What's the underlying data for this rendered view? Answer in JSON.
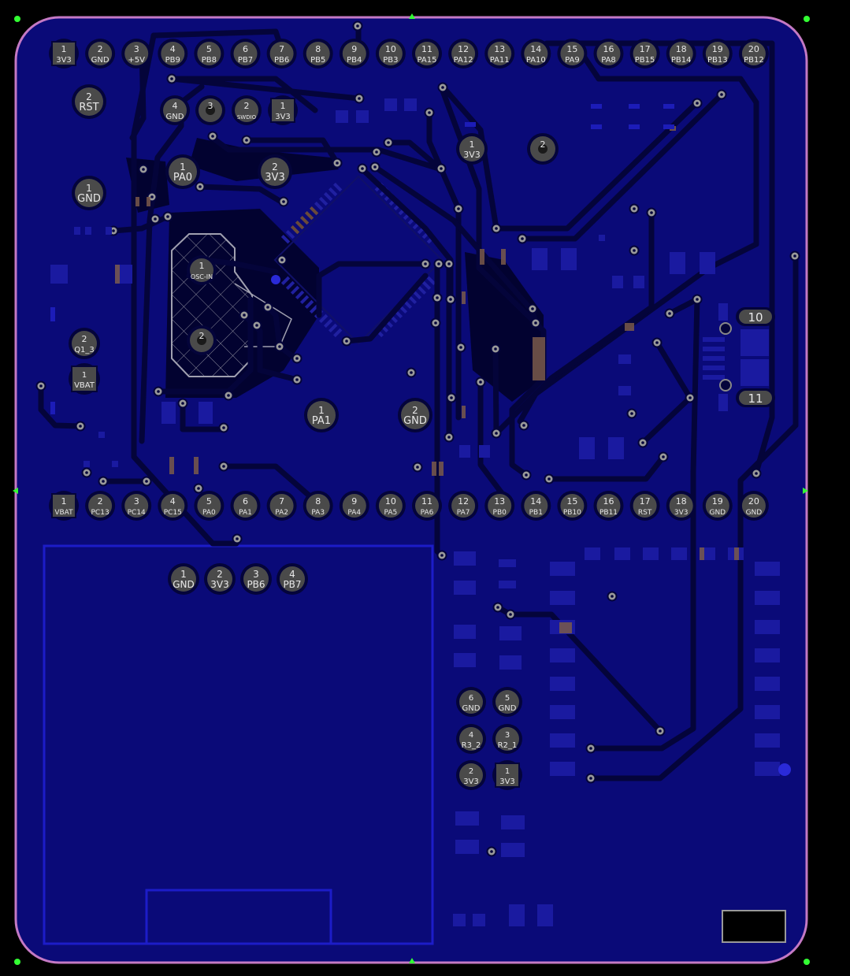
{
  "colors": {
    "background": "#000000",
    "board": "#0a0a78",
    "outline": "#c479c4",
    "trace": "#04043a",
    "pad": "#4a4a4a",
    "silk": "#e8e8e8",
    "marker": "#33ff33"
  },
  "header_top": [
    {
      "n": "1",
      "sig": "3V3",
      "shape": "square"
    },
    {
      "n": "2",
      "sig": "GND"
    },
    {
      "n": "3",
      "sig": "+5V"
    },
    {
      "n": "4",
      "sig": "PB9"
    },
    {
      "n": "5",
      "sig": "PB8"
    },
    {
      "n": "6",
      "sig": "PB7"
    },
    {
      "n": "7",
      "sig": "PB6"
    },
    {
      "n": "8",
      "sig": "PB5"
    },
    {
      "n": "9",
      "sig": "PB4"
    },
    {
      "n": "10",
      "sig": "PB3"
    },
    {
      "n": "11",
      "sig": "PA15"
    },
    {
      "n": "12",
      "sig": "PA12"
    },
    {
      "n": "13",
      "sig": "PA11"
    },
    {
      "n": "14",
      "sig": "PA10"
    },
    {
      "n": "15",
      "sig": "PA9"
    },
    {
      "n": "16",
      "sig": "PA8"
    },
    {
      "n": "17",
      "sig": "PB15"
    },
    {
      "n": "18",
      "sig": "PB14"
    },
    {
      "n": "19",
      "sig": "PB13"
    },
    {
      "n": "20",
      "sig": "PB12"
    }
  ],
  "header_bottom": [
    {
      "n": "1",
      "sig": "VBAT",
      "shape": "square"
    },
    {
      "n": "2",
      "sig": "PC13"
    },
    {
      "n": "3",
      "sig": "PC14"
    },
    {
      "n": "4",
      "sig": "PC15"
    },
    {
      "n": "5",
      "sig": "PA0"
    },
    {
      "n": "6",
      "sig": "PA1"
    },
    {
      "n": "7",
      "sig": "PA2"
    },
    {
      "n": "8",
      "sig": "PA3"
    },
    {
      "n": "9",
      "sig": "PA4"
    },
    {
      "n": "10",
      "sig": "PA5"
    },
    {
      "n": "11",
      "sig": "PA6"
    },
    {
      "n": "12",
      "sig": "PA7"
    },
    {
      "n": "13",
      "sig": "PB0"
    },
    {
      "n": "14",
      "sig": "PB1"
    },
    {
      "n": "15",
      "sig": "PB10"
    },
    {
      "n": "16",
      "sig": "PB11"
    },
    {
      "n": "17",
      "sig": "RST"
    },
    {
      "n": "18",
      "sig": "3V3"
    },
    {
      "n": "19",
      "sig": "GND"
    },
    {
      "n": "20",
      "sig": "GND"
    }
  ],
  "swd_header": [
    {
      "n": "4",
      "sig": "GND"
    },
    {
      "n": "3",
      "sig": ""
    },
    {
      "n": "2",
      "sig": "SWDIO"
    },
    {
      "n": "1",
      "sig": "3V3",
      "shape": "square"
    }
  ],
  "i2c_header": [
    {
      "n": "1",
      "sig": "GND"
    },
    {
      "n": "2",
      "sig": "3V3"
    },
    {
      "n": "3",
      "sig": "PB6"
    },
    {
      "n": "4",
      "sig": "PB7"
    }
  ],
  "loose_pads": [
    {
      "n": "2",
      "sig": "RST"
    },
    {
      "n": "1",
      "sig": "GND"
    },
    {
      "n": "1",
      "sig": "PA0"
    },
    {
      "n": "2",
      "sig": "3V3"
    },
    {
      "n": "1",
      "sig": "3V3"
    },
    {
      "n": "2",
      "sig": ""
    },
    {
      "n": "1",
      "sig": "PA1"
    },
    {
      "n": "2",
      "sig": "GND"
    },
    {
      "n": "1",
      "sig": "OSC-IN"
    },
    {
      "n": "2",
      "sig": ""
    },
    {
      "n": "2",
      "sig": "Q1_3"
    },
    {
      "n": "1",
      "sig": "VBAT",
      "shape": "square"
    }
  ],
  "module_pads": [
    {
      "n": "6",
      "sig": "GND"
    },
    {
      "n": "5",
      "sig": "GND"
    },
    {
      "n": "4",
      "sig": "R3_2"
    },
    {
      "n": "3",
      "sig": "R2_1"
    },
    {
      "n": "2",
      "sig": "3V3"
    },
    {
      "n": "1",
      "sig": "3V3",
      "shape": "square"
    }
  ],
  "oval_pads": [
    "10",
    "11"
  ]
}
